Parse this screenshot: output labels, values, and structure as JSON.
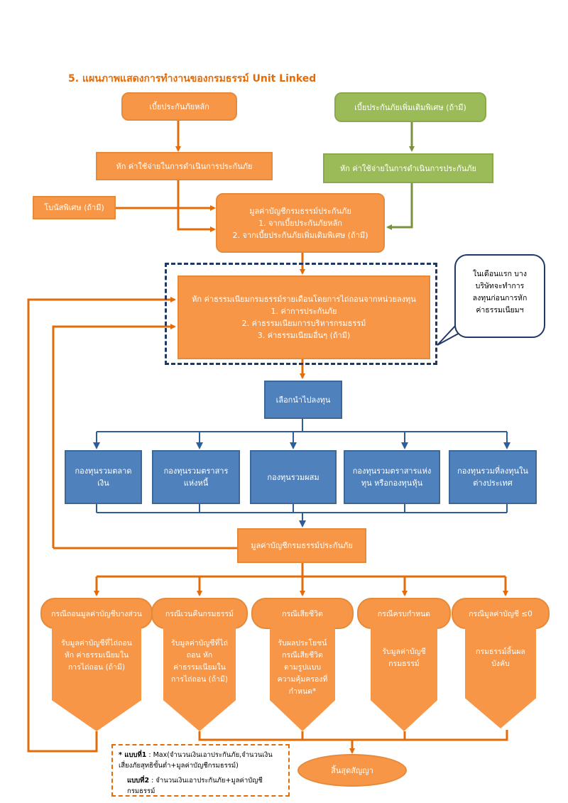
{
  "title": "5. แผนภาพแสดงการทำงานของกรมธรรม์ Unit Linked",
  "main_premium": "เบี้ยประกันภัยหลัก",
  "rider_premium": "เบี้ยประกันภัยเพิ่มเติมพิเศษ (ถ้ามี)",
  "deduct_main": "หัก ค่าใช้จ่ายในการดำเนินการประกันภัย",
  "deduct_rider": "หัก ค่าใช้จ่ายในการดำเนินการประกันภัย",
  "bonus": "โบนัสพิเศษ (ถ้ามี)",
  "policy_value_box": {
    "line1": "มูลค่าบัญชีกรมธรรม์ประกันภัย",
    "line2": "1. จากเบี้ยประกันภัยหลัก",
    "line3": "2. จากเบี้ยประกันภัยเพิ่มเติมพิเศษ (ถ้ามี)"
  },
  "monthly_fee_box": {
    "line1": "หัก ค่าธรรมเนียมกรมธรรม์รายเดือนโดยการไถ่ถอนจากหน่วยลงทุน",
    "line2": "1. ค่าการประกันภัย",
    "line3": "2. ค่าธรรมเนียมการบริหารกรมธรรม์",
    "line4": "3. ค่าธรรมเนียมอื่นๆ (ถ้ามี)"
  },
  "callout": {
    "line1": "ในเดือนแรก บาง",
    "line2": "บริษัทจะทำการ",
    "line3": "ลงทุนก่อนการหัก",
    "line4": "ค่าธรรมเนียมฯ"
  },
  "choose_invest": "เลือกนำไปลงทุน",
  "funds": [
    {
      "line1": "กองทุนรวมตลาด",
      "line2": "เงิน"
    },
    {
      "line1": "กองทุนรวมตราสาร",
      "line2": "แห่งหนี้"
    },
    {
      "line1": "กองทุนรวมผสม",
      "line2": ""
    },
    {
      "line1": "กองทุนรวมตราสารแห่ง",
      "line2": "ทุน หรือกองทุนหุ้น"
    },
    {
      "line1": "กองทุนรวมที่ลงทุนใน",
      "line2": "ต่างประเทศ"
    }
  ],
  "policy_value_2": "มูลค่าบัญชีกรมธรรม์ประกันภัย",
  "cases": [
    {
      "head": "กรณีถอนมูลค่าบัญชีบางส่วน",
      "body": [
        "รับมูลค่าบัญชีที่ไถ่ถอน",
        "หัก ค่าธรรมเนียมใน",
        "การไถ่ถอน (ถ้ามี)"
      ]
    },
    {
      "head": "กรณีเวนคืนกรมธรรม์",
      "body": [
        "รับมูลค่าบัญชีที่ไถ่",
        "ถอน หัก",
        "ค่าธรรมเนียมใน",
        "การไถ่ถอน (ถ้ามี)"
      ]
    },
    {
      "head": "กรณีเสียชีวิต",
      "body": [
        "รับผลประโยชน์",
        "กรณีเสียชีวิต",
        "ตามรูปแบบ",
        "ความคุ้มครองที่",
        "กำหนด*"
      ]
    },
    {
      "head": "กรณีครบกำหนด",
      "body": [
        "รับมูลค่าบัญชี",
        "กรมธรรม์"
      ]
    },
    {
      "head": "กรณีมูลค่าบัญชี ≤0",
      "body": [
        "กรมธรรม์สิ้นผล",
        "บังคับ"
      ]
    }
  ],
  "note": {
    "type1_label": "* แบบที่1",
    "type1_text": " : Max(จำนวนเงินเอาประกันภัย,จำนวนเงินเสี่ยงภัยสุทธิขั้นต่ำ+มูลค่าบัญชีกรมธรรม์)",
    "type2_label": "แบบที่2",
    "type2_text": " : จำนวนเงินเอาประกันภัย+มูลค่าบัญชีกรมธรรม์"
  },
  "end": "สิ้นสุดสัญญา",
  "colors": {
    "orange": "#f79646",
    "green": "#9bbb59",
    "blue": "#4f81bd",
    "dark_blue": "#1f3864",
    "arrow_orange": "#e36c09",
    "arrow_green": "#77933c",
    "arrow_blue": "#2e5e9a"
  }
}
